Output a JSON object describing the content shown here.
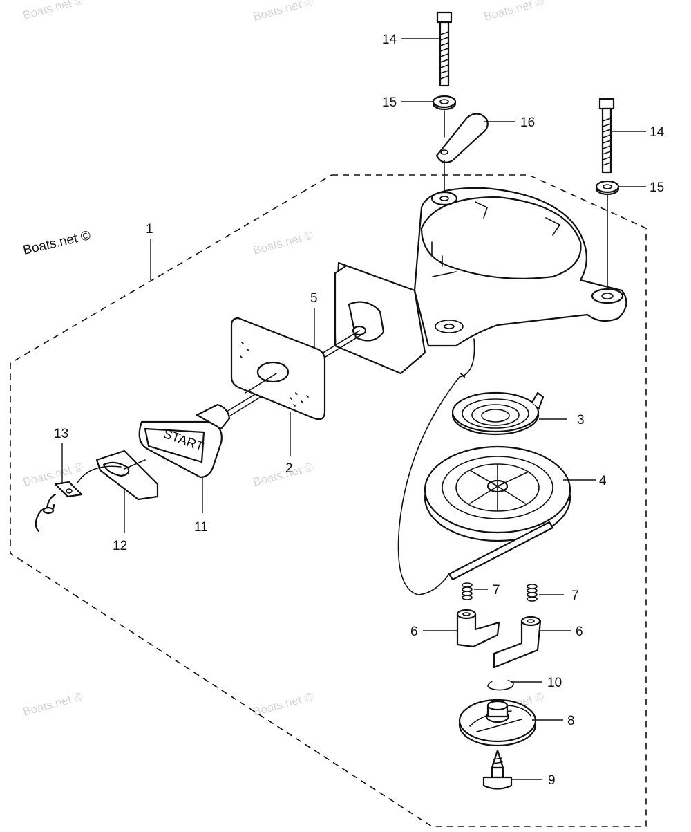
{
  "watermark": "Boats.net ©",
  "credit": "Boats.net ©",
  "handle_text": "START",
  "callouts": {
    "c1": "1",
    "c2": "2",
    "c3": "3",
    "c4": "4",
    "c5": "5",
    "c6a": "6",
    "c6b": "6",
    "c7a": "7",
    "c7b": "7",
    "c8": "8",
    "c9": "9",
    "c10": "10",
    "c11": "11",
    "c12": "12",
    "c13": "13",
    "c14a": "14",
    "c14b": "14",
    "c15a": "15",
    "c15b": "15",
    "c16": "16"
  }
}
